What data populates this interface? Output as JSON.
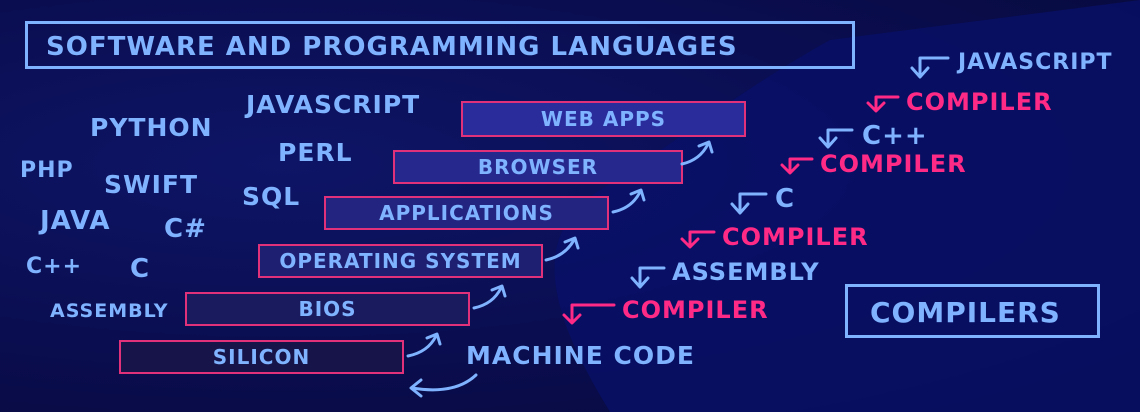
{
  "title": "SOFTWARE AND PROGRAMMING LANGUAGES",
  "languages": [
    "JAVASCRIPT",
    "PYTHON",
    "PERL",
    "PHP",
    "SWIFT",
    "SQL",
    "JAVA",
    "C#",
    "C++",
    "C",
    "ASSEMBLY"
  ],
  "stack": [
    "WEB APPS",
    "BROWSER",
    "APPLICATIONS",
    "OPERATING SYSTEM",
    "BIOS",
    "SILICON"
  ],
  "machine_code": "MACHINE CODE",
  "chain": [
    "JAVASCRIPT",
    "COMPILER",
    "C++",
    "COMPILER",
    "C",
    "COMPILER",
    "ASSEMBLY",
    "COMPILER"
  ],
  "compilers_label": "COMPILERS",
  "colors": {
    "text": "#7fb3ff",
    "accent": "#ff2a86",
    "box_border": "#e0317a",
    "background": "#0a0d4a"
  }
}
